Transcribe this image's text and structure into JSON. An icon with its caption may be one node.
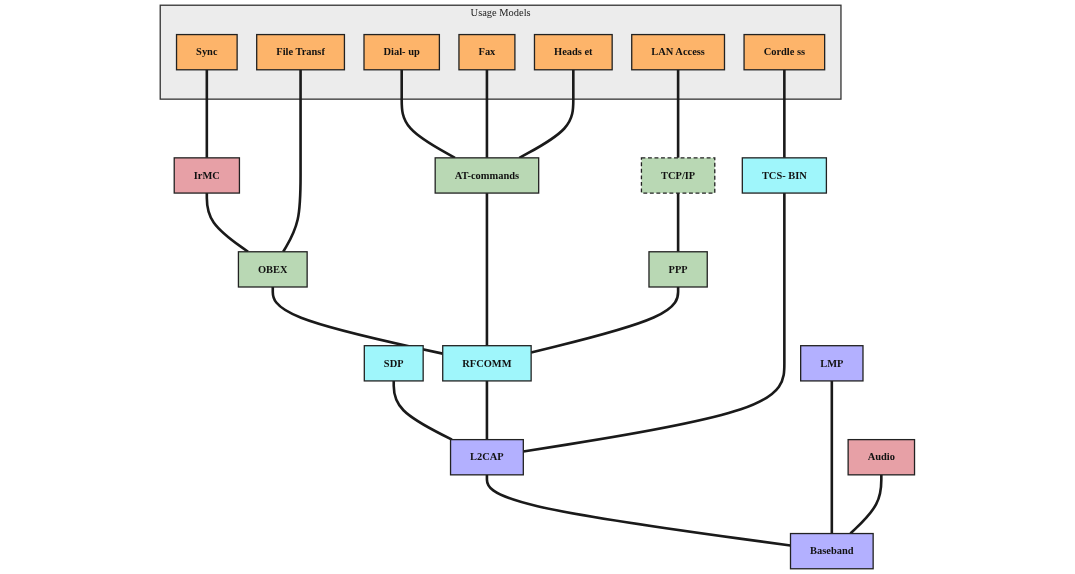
{
  "diagram": {
    "nodes": [
      {
        "text": [
          "Usage Models"
        ]
      },
      {
        "text": [
          "Sync"
        ],
        "in": 0
      },
      {
        "text": [
          "File Transf"
        ],
        "in": 0
      },
      {
        "text": [
          "Dial- up"
        ],
        "in": 0
      },
      {
        "text": [
          "Fax"
        ],
        "in": 0
      },
      {
        "text": [
          "Heads et"
        ],
        "in": 0
      },
      {
        "text": [
          "LAN Access"
        ],
        "in": 0
      },
      {
        "text": [
          "Cordle ss"
        ],
        "in": 0
      },
      {
        "text": [
          "IrMC"
        ]
      },
      {
        "text": [
          "Audio"
        ]
      },
      {
        "text": [
          "TCP/IP"
        ]
      },
      {
        "text": [
          "OBEX"
        ]
      },
      {
        "text": [
          "AT-commands"
        ]
      },
      {
        "text": [
          "PPP"
        ]
      },
      {
        "text": [
          "SDP"
        ]
      },
      {
        "text": [
          "RFCOMM"
        ]
      },
      {
        "text": [
          "TCS- BIN"
        ]
      },
      {
        "text": [
          "L2CAP"
        ]
      },
      {
        "text": [
          "LMP"
        ]
      },
      {
        "text": [
          "Baseband"
        ]
      }
    ],
    "edges": [
      {
        "from": 1,
        "to": 8,
        "arrow": "none"
      },
      {
        "from": 8,
        "to": 11,
        "arrow": "none"
      },
      {
        "from": 2,
        "to": 11,
        "arrow": "none"
      },
      {
        "from": 3,
        "to": 12,
        "arrow": "none"
      },
      {
        "from": 4,
        "to": 12,
        "arrow": "none"
      },
      {
        "from": 5,
        "to": 12,
        "arrow": "none"
      },
      {
        "from": 6,
        "to": 10,
        "arrow": "none"
      },
      {
        "from": 10,
        "to": 13,
        "arrow": "none"
      },
      {
        "from": 7,
        "to": 16,
        "arrow": "none"
      },
      {
        "from": 11,
        "to": 15,
        "arrow": "none"
      },
      {
        "from": 12,
        "to": 15,
        "arrow": "none"
      },
      {
        "from": 13,
        "to": 15,
        "arrow": "none"
      },
      {
        "from": 14,
        "to": 17,
        "arrow": "none"
      },
      {
        "from": 15,
        "to": 17,
        "arrow": "none"
      },
      {
        "from": 16,
        "to": 17,
        "arrow": "none"
      },
      {
        "from": 17,
        "to": 19,
        "arrow": "none"
      },
      {
        "from": 18,
        "to": 19,
        "arrow": "none"
      },
      {
        "from": 9,
        "to": 19,
        "arrow": "none"
      }
    ]
  }
}
